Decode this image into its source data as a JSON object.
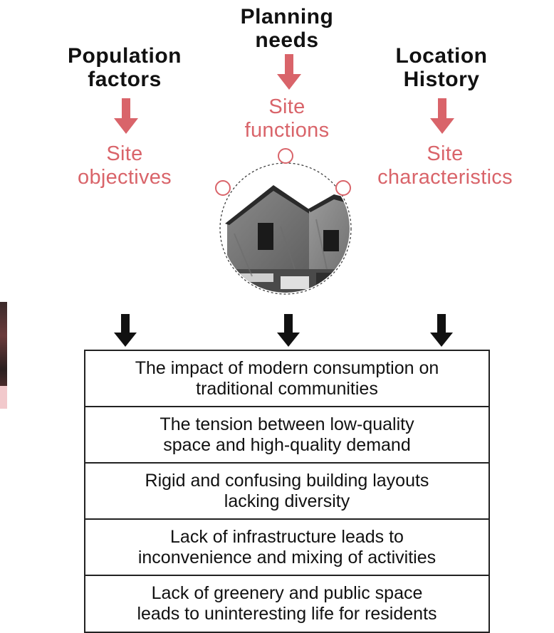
{
  "colors": {
    "accent": "#d9646a",
    "heading": "#111111",
    "border": "#222222"
  },
  "columns": {
    "left": {
      "heading": [
        "Population",
        "factors"
      ],
      "result": [
        "Site",
        "objectives"
      ]
    },
    "center": {
      "heading": [
        "Planning",
        "needs"
      ],
      "result": [
        "Site",
        "functions"
      ]
    },
    "right": {
      "heading": [
        "Location",
        "History"
      ],
      "result": [
        "Site",
        "characteristics"
      ]
    }
  },
  "issues": [
    [
      "The impact of modern consumption on",
      "traditional communities"
    ],
    [
      "The tension between low-quality",
      "space and high-quality demand"
    ],
    [
      "Rigid and confusing building layouts",
      "lacking diversity"
    ],
    [
      "Lack of infrastructure leads to",
      "inconvenience and mixing of activities"
    ],
    [
      "Lack of greenery and public space",
      "leads to uninteresting life for residents"
    ]
  ],
  "icons": {
    "pink_arrow": "arrow-down-icon",
    "black_arrow": "arrow-down-icon"
  }
}
